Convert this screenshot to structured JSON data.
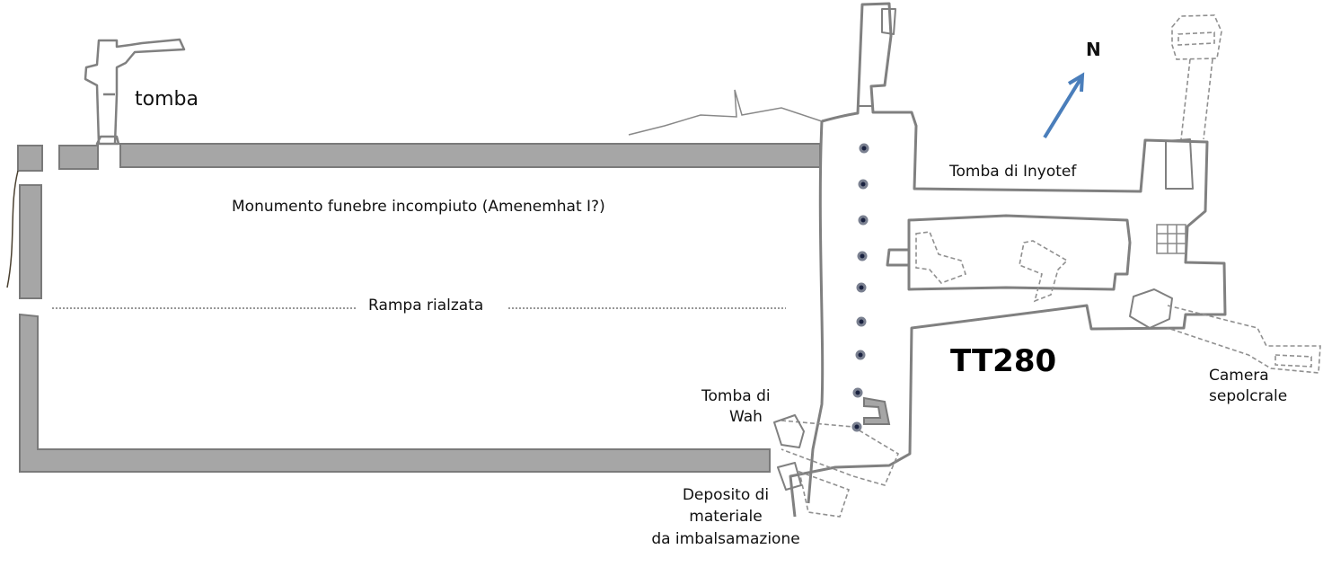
{
  "labels": {
    "tomb_top": "tomba",
    "monument": "Monumento funebre incompiuto (Amenemhat I?)",
    "ramp": "Rampa rialzata",
    "tomb_inyotef": "Tomba di Inyotef",
    "tt280": "TT280",
    "burial_chamber_1": "Camera",
    "burial_chamber_2": "sepolcrale",
    "tomb_wah_1": "Tomba di",
    "tomb_wah_2": "Wah",
    "deposit_1": "Deposito di",
    "deposit_2": "materiale",
    "deposit_3": "da imbalsamazione",
    "north": "N"
  },
  "colors": {
    "arrow": "#4a7ebb",
    "wall": "#a6a6a6",
    "outline": "#808080"
  }
}
